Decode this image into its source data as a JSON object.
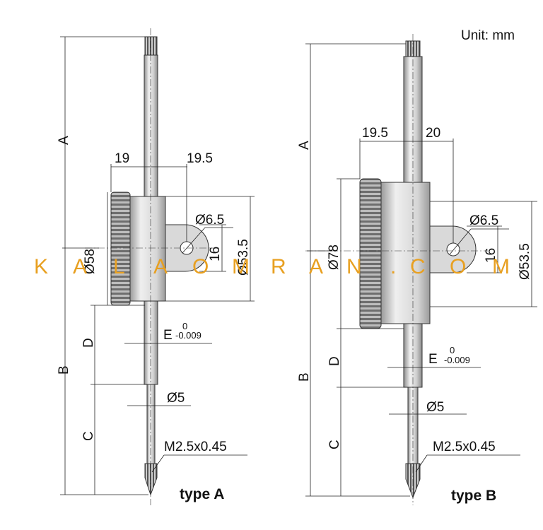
{
  "unit_label": "Unit: mm",
  "watermark": [
    "K",
    "A",
    "L",
    "A",
    "O",
    "M",
    "R",
    "A",
    "N",
    ".",
    "C",
    "O",
    "M"
  ],
  "type_a": {
    "label": "type A",
    "dims": {
      "A": "A",
      "B": "B",
      "C": "C",
      "D": "D",
      "w19": "19",
      "w19_5": "19.5",
      "dia58": "Ø58",
      "dia6_5": "Ø6.5",
      "h16": "16",
      "dia53_5": "Ø53.5",
      "E": "E",
      "tol_upper": "0",
      "tol_lower": "-0.009",
      "dia5": "Ø5",
      "thread": "M2.5x0.45"
    }
  },
  "type_b": {
    "label": "type B",
    "dims": {
      "A": "A",
      "B": "B",
      "C": "C",
      "D": "D",
      "w19_5": "19.5",
      "w20": "20",
      "dia78": "Ø78",
      "dia6_5": "Ø6.5",
      "h16": "16",
      "dia53_5": "Ø53.5",
      "E": "E",
      "tol_upper": "0",
      "tol_lower": "-0.009",
      "dia5": "Ø5",
      "thread": "M2.5x0.45"
    }
  },
  "colors": {
    "watermark": "#e8a021",
    "metal_light": "#e6e6e6",
    "metal_dark": "#8a8a8a"
  }
}
